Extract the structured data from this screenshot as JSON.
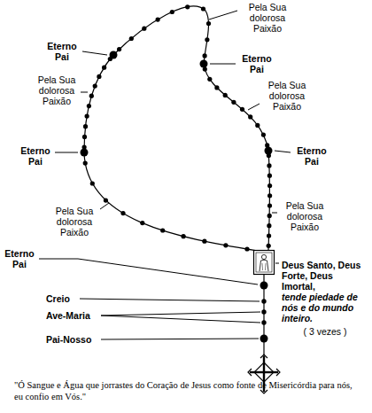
{
  "diagram": {
    "caption": "\"Ó Sangue e Água que jorrastes do Coração de Jesus como fonte de Misericórdia para nós, eu confio em Vós.\"",
    "labels": [
      "Pela Sua dolorosa Paixão",
      "Eterno Pai",
      "Eterno Pai",
      "Pela Sua dolorosa Paixão",
      "Pela Sua dolorosa Paixão",
      "Eterno Pai",
      "Eterno Pai",
      "Pela Sua dolorosa Paixão",
      "Pela Sua dolorosa Paixão",
      "Eterno Pai",
      "Deus Santo, Deus Forte, Deus Imortal,",
      "tende piedade de nós e do mundo inteiro.",
      "( 3 vezes )",
      "Creio",
      "Ave-Maria",
      "Pai-Nosso"
    ]
  }
}
